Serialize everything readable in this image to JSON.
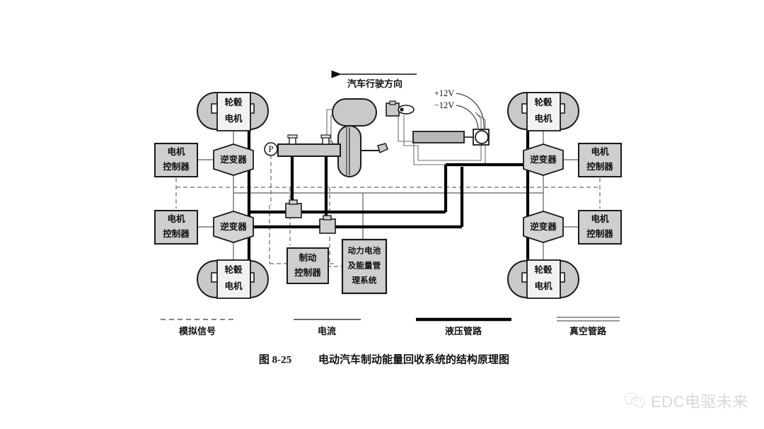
{
  "figure": {
    "caption_number": "图 8-25",
    "caption_title": "电动汽车制动能量回收系统的结构原理图",
    "direction_label": "汽车行驶方向"
  },
  "components": {
    "hub_motor": "轮毂\n电机",
    "hub_motor_line1": "轮毂",
    "hub_motor_line2": "电机",
    "inverter": "逆变器",
    "motor_controller_line1": "电机",
    "motor_controller_line2": "控制器",
    "brake_controller_line1": "制动",
    "brake_controller_line2": "控制器",
    "battery_line1": "动力电池",
    "battery_line2": "及能量管",
    "battery_line3": "理系统",
    "pressure_sensor": "P",
    "voltage_positive": "+12V",
    "voltage_negative": "−12V"
  },
  "wheels": [
    {
      "id": "front-left",
      "hub_motor_line1": "轮毂",
      "hub_motor_line2": "电机"
    },
    {
      "id": "rear-left",
      "hub_motor_line1": "轮毂",
      "hub_motor_line2": "电机"
    },
    {
      "id": "front-right",
      "hub_motor_line1": "轮毂",
      "hub_motor_line2": "电机"
    },
    {
      "id": "rear-right",
      "hub_motor_line1": "轮毂",
      "hub_motor_line2": "电机"
    }
  ],
  "inverters": [
    {
      "id": "inverter-front-left",
      "label": "逆变器"
    },
    {
      "id": "inverter-rear-left",
      "label": "逆变器"
    },
    {
      "id": "inverter-front-right",
      "label": "逆变器"
    },
    {
      "id": "inverter-rear-right",
      "label": "逆变器"
    }
  ],
  "motor_controllers": [
    {
      "id": "mc-front-left",
      "line1": "电机",
      "line2": "控制器"
    },
    {
      "id": "mc-rear-left",
      "line1": "电机",
      "line2": "控制器"
    },
    {
      "id": "mc-front-right",
      "line1": "电机",
      "line2": "控制器"
    },
    {
      "id": "mc-rear-right",
      "line1": "电机",
      "line2": "控制器"
    }
  ],
  "legend": {
    "items": [
      {
        "id": "analog-signal",
        "label": "模拟信号",
        "style": "dashed",
        "color": "#555555"
      },
      {
        "id": "current",
        "label": "电流",
        "style": "thin-solid",
        "color": "#555555"
      },
      {
        "id": "hydraulic-line",
        "label": "液压管路",
        "style": "thick-solid",
        "color": "#000000"
      },
      {
        "id": "vacuum-line",
        "label": "真空管路",
        "style": "double-line",
        "color": "#555555"
      }
    ]
  },
  "watermark": {
    "icon": "wechat-icon",
    "text": "EDC电驱未来"
  },
  "colors": {
    "fill_light": "#d9d9d9",
    "fill_mid": "#c9c9c9",
    "stroke": "#1a1a1a",
    "thin_line": "#5a5a5a",
    "dashed_line": "#6a6a6a",
    "background": "#ffffff"
  }
}
